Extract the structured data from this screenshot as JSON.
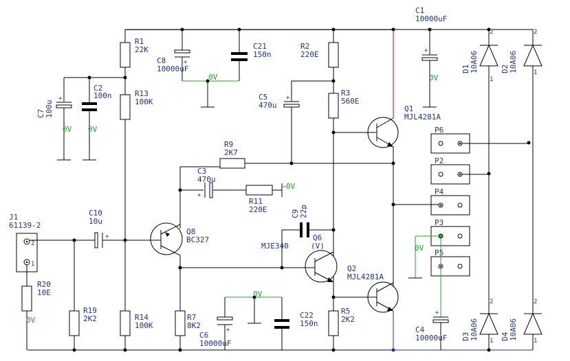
{
  "components": {
    "R1": {
      "ref": "R1",
      "value": "22K"
    },
    "R13": {
      "ref": "R13",
      "value": "100K"
    },
    "R14": {
      "ref": "R14",
      "value": "100K"
    },
    "R19": {
      "ref": "R19",
      "value": "2K2"
    },
    "R20": {
      "ref": "R20",
      "value": "10E"
    },
    "R2": {
      "ref": "R2",
      "value": "220E"
    },
    "R3": {
      "ref": "R3",
      "value": "560E"
    },
    "R5": {
      "ref": "R5",
      "value": "2K2"
    },
    "R7": {
      "ref": "R7",
      "value": "8K2"
    },
    "R9": {
      "ref": "R9",
      "value": "2K7"
    },
    "R11": {
      "ref": "R11",
      "value": "220E"
    },
    "C1": {
      "ref": "C1",
      "value": "10000uF"
    },
    "C2": {
      "ref": "C2",
      "value": "100n"
    },
    "C3": {
      "ref": "C3",
      "value": "470u"
    },
    "C4": {
      "ref": "C4",
      "value": "10000uF"
    },
    "C5": {
      "ref": "C5",
      "value": "470u"
    },
    "C6": {
      "ref": "C6",
      "value": "10000uF"
    },
    "C7": {
      "ref": "C7",
      "value": "100u"
    },
    "C8": {
      "ref": "C8",
      "value": "10000uF"
    },
    "C9": {
      "ref": "C9",
      "value": "22p"
    },
    "C10": {
      "ref": "C10",
      "value": "10u"
    },
    "C21": {
      "ref": "C21",
      "value": "150n"
    },
    "C22": {
      "ref": "C22",
      "value": "150n"
    },
    "Q1": {
      "ref": "Q1",
      "value": "MJL4281A"
    },
    "Q2": {
      "ref": "Q2",
      "value": "MJL4281A"
    },
    "Q6": {
      "ref": "Q6",
      "value": "MJE340",
      "note": "(V)"
    },
    "Q8": {
      "ref": "Q8",
      "value": "BC327"
    },
    "D1": {
      "ref": "D1",
      "value": "10A06"
    },
    "D2": {
      "ref": "D2",
      "value": "10A06"
    },
    "D3": {
      "ref": "D3",
      "value": "10A06"
    },
    "D4": {
      "ref": "D4",
      "value": "10A06"
    },
    "J1": {
      "ref": "J1",
      "value": "61139-2"
    }
  },
  "connectors": [
    "P6",
    "P2",
    "P4",
    "P3",
    "P5"
  ],
  "ground_label": "0V",
  "pins": {
    "one": "1",
    "two": "2"
  },
  "colors": {
    "wire": "#000000",
    "positive_rail": "#e00000",
    "ground_net": "#1fa81f",
    "negative_rail": "#1a2fb0",
    "labels": "#1a2fb0"
  }
}
